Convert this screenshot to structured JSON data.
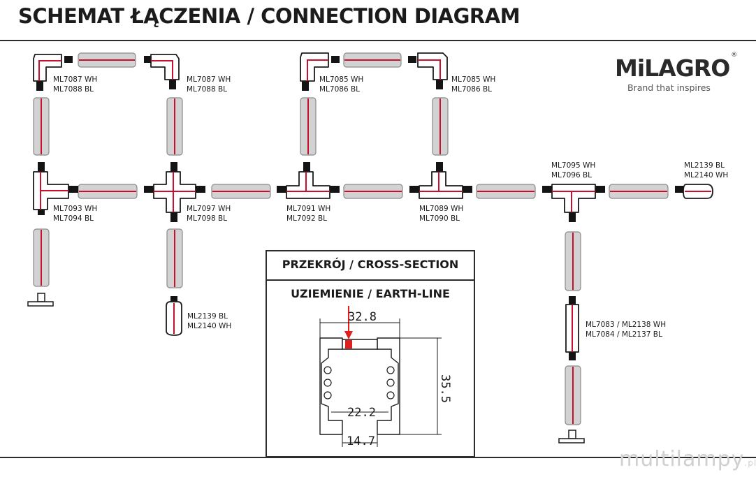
{
  "header": {
    "title": "SCHEMAT ŁĄCZENIA / CONNECTION DIAGRAM"
  },
  "logo": {
    "brand": "MiLAGRO",
    "registered": "®",
    "tagline": "Brand that inspires"
  },
  "labels": {
    "corner_left": [
      "ML7087 WH",
      "ML7088 BL"
    ],
    "corner_right": [
      "ML7087 WH",
      "ML7088 BL"
    ],
    "corner2_left": [
      "ML7085 WH",
      "ML7086 BL"
    ],
    "corner2_right": [
      "ML7085 WH",
      "ML7086 BL"
    ],
    "tee_left": [
      "ML7093 WH",
      "ML7094 BL"
    ],
    "cross": [
      "ML7097 WH",
      "ML7098 BL"
    ],
    "tee_mid1": [
      "ML7091 WH",
      "ML7092 BL"
    ],
    "tee_mid2": [
      "ML7089 WH",
      "ML7090 BL"
    ],
    "tee_right": [
      "ML7095 WH",
      "ML7096 BL"
    ],
    "endcap_right": [
      "ML2139 BL",
      "ML2140 WH"
    ],
    "endcap_bottom": [
      "ML2139 BL",
      "ML2140 WH"
    ],
    "feed_connector": [
      "ML7083 / ML2138 WH",
      "ML7084 / ML2137 BL"
    ]
  },
  "cross_section": {
    "title": "PRZEKRÓJ / CROSS-SECTION",
    "subtitle": "UZIEMIENIE / EARTH-LINE",
    "dim_top": "32.8",
    "dim_height": "35.5",
    "dim_inner": "22.2",
    "dim_bottom": "14.7"
  },
  "watermark": {
    "text": "multilampy",
    "suffix": ".pl"
  },
  "colors": {
    "rail": "#d2d2d2",
    "line": "#c8102e",
    "outline": "#1b1b1b",
    "earth": "#e0201c"
  }
}
